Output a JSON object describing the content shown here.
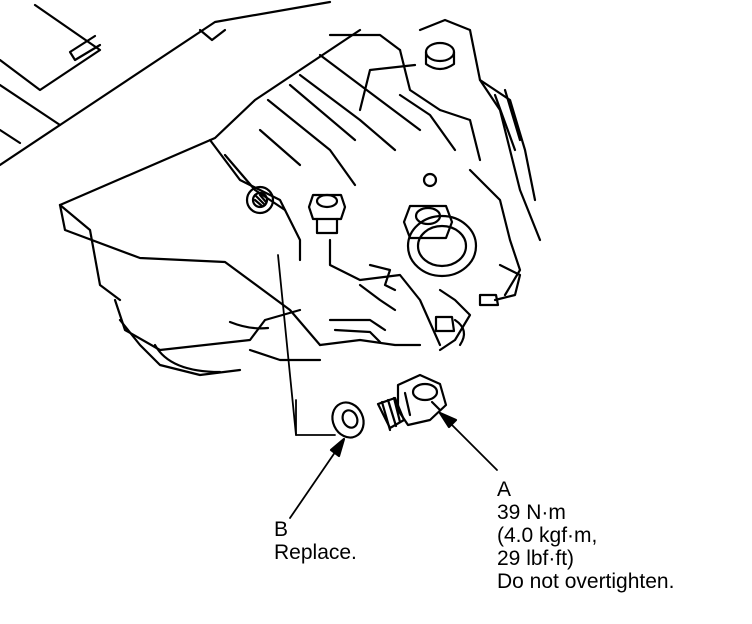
{
  "callouts": {
    "a": {
      "letter": "A",
      "torque_nm": "39 N·m",
      "torque_kgf": "(4.0 kgf·m,",
      "torque_lbf": "29 lbf·ft)",
      "note": "Do not overtighten."
    },
    "b": {
      "letter": "B",
      "note": "Replace."
    }
  },
  "colors": {
    "line": "#000000",
    "background": "#ffffff"
  }
}
